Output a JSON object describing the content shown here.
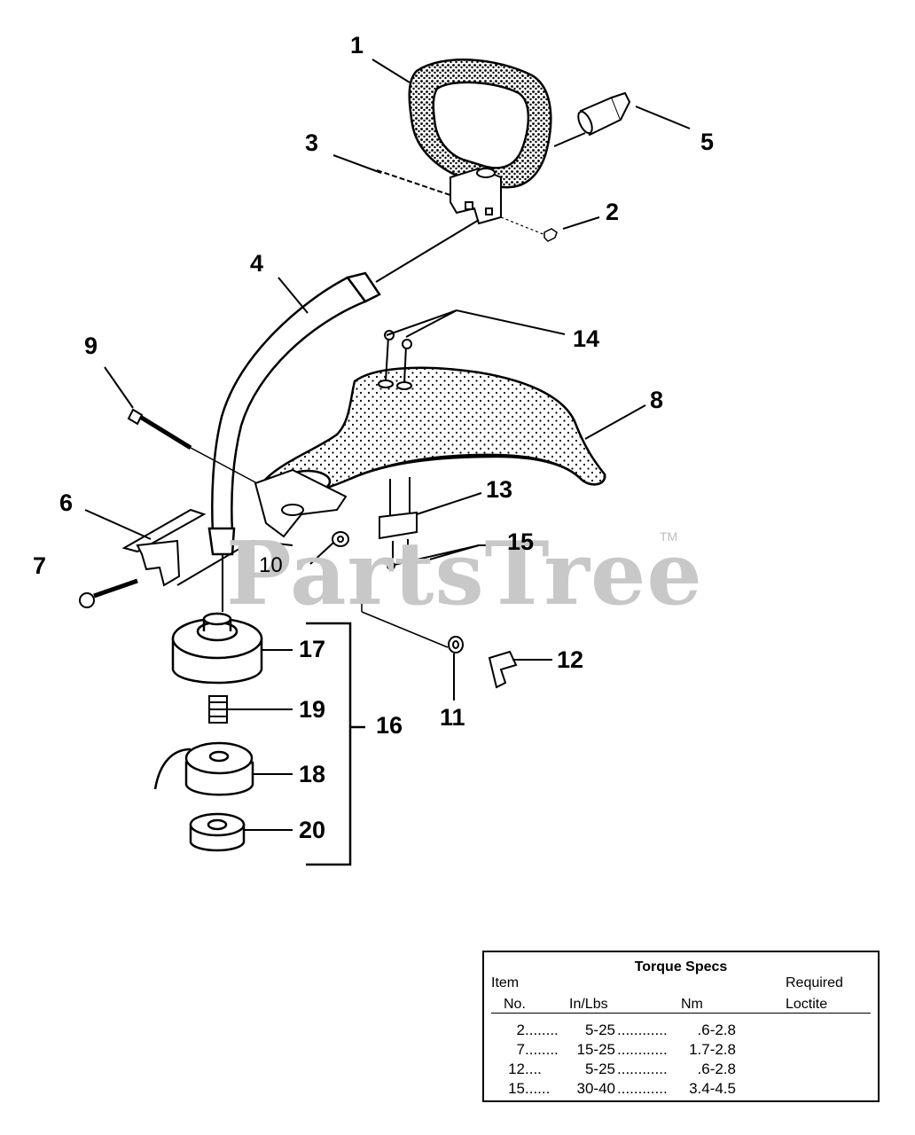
{
  "callouts": {
    "c1": "1",
    "c2": "2",
    "c3": "3",
    "c4": "4",
    "c5": "5",
    "c6": "6",
    "c7": "7",
    "c8": "8",
    "c9": "9",
    "c10": "10",
    "c11": "11",
    "c12": "12",
    "c13": "13",
    "c14": "14",
    "c15": "15",
    "c16": "16",
    "c17": "17",
    "c18": "18",
    "c19": "19",
    "c20": "20"
  },
  "watermark": {
    "text": "PartsTree",
    "tm": "TM"
  },
  "torque_table": {
    "title": "Torque Specs",
    "header_item": "Item",
    "header_no": "No.",
    "header_inlbs": "In/Lbs",
    "header_nm": "Nm",
    "header_required": "Required",
    "header_loctite": "Loctite",
    "rows": [
      {
        "item": "2",
        "dots1": "........",
        "inlbs": "5-25",
        "dots2": "............",
        "nm": ".6-2.8"
      },
      {
        "item": "7",
        "dots1": "........",
        "inlbs": "15-25",
        "dots2": "............",
        "nm": "1.7-2.8"
      },
      {
        "item": "12",
        "dots1": "....",
        "inlbs": "5-25",
        "dots2": "............",
        "nm": ".6-2.8"
      },
      {
        "item": "15",
        "dots1": "......",
        "inlbs": "30-40",
        "dots2": "............",
        "nm": "3.4-4.5"
      }
    ]
  }
}
